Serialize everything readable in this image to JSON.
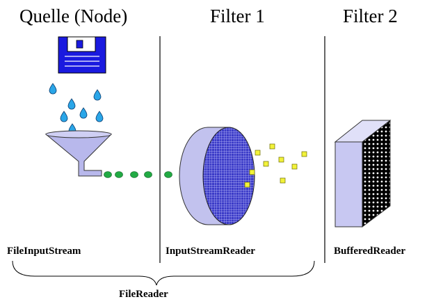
{
  "columns": [
    {
      "heading": "Quelle (Node)",
      "label": "FileInputStream"
    },
    {
      "heading": "Filter 1",
      "label": "InputStreamReader"
    },
    {
      "heading": "Filter 2",
      "label": "BufferedReader"
    }
  ],
  "group_label": "FileReader",
  "colors": {
    "floppy": "#1a1adf",
    "drop": "#2aa6e8",
    "funnel": "#b8b8ec",
    "pellet": "#22aa44",
    "chip": "#f2f23a",
    "cylinder": "#c2c2ee",
    "mesh": "#3c3cc8",
    "block": "#c8c8f2",
    "dots": "#000000"
  },
  "icons": [
    "floppy-disk-icon",
    "water-drop-icon",
    "funnel-icon",
    "filter-cylinder-icon",
    "buffer-block-icon"
  ]
}
